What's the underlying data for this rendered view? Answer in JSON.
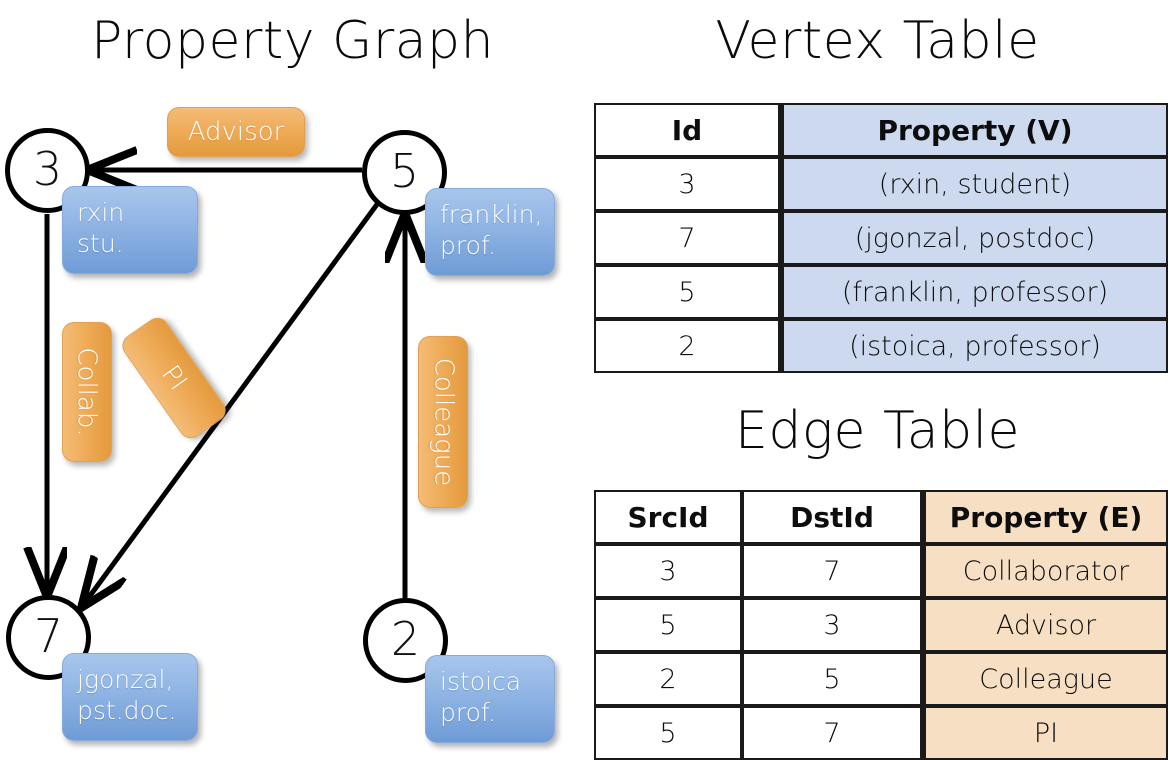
{
  "titles": {
    "property_graph": "Property Graph",
    "vertex_table": "Vertex Table",
    "edge_table": "Edge Table"
  },
  "graph": {
    "nodes": [
      {
        "id": "3",
        "property_line1": "rxin",
        "property_line2": "stu."
      },
      {
        "id": "5",
        "property_line1": "franklin,",
        "property_line2": "prof."
      },
      {
        "id": "7",
        "property_line1": "jgonzal,",
        "property_line2": "pst.doc."
      },
      {
        "id": "2",
        "property_line1": "istoica",
        "property_line2": "prof."
      }
    ],
    "edge_labels": [
      {
        "name": "advisor",
        "text": "Advisor"
      },
      {
        "name": "collab",
        "text": "Collab."
      },
      {
        "name": "pi",
        "text": "PI"
      },
      {
        "name": "colleague",
        "text": "Colleague"
      }
    ]
  },
  "vertex_table": {
    "headers": [
      "Id",
      "Property (V)"
    ],
    "rows": [
      {
        "id": "3",
        "property": "(rxin, student)"
      },
      {
        "id": "7",
        "property": "(jgonzal, postdoc)"
      },
      {
        "id": "5",
        "property": "(franklin, professor)"
      },
      {
        "id": "2",
        "property": "(istoica, professor)"
      }
    ]
  },
  "edge_table": {
    "headers": [
      "SrcId",
      "DstId",
      "Property (E)"
    ],
    "rows": [
      {
        "src": "3",
        "dst": "7",
        "property": "Collaborator"
      },
      {
        "src": "5",
        "dst": "3",
        "property": "Advisor"
      },
      {
        "src": "2",
        "dst": "5",
        "property": "Colleague"
      },
      {
        "src": "5",
        "dst": "7",
        "property": "PI"
      }
    ]
  },
  "colors": {
    "vertex_fill": "#ccd9ee",
    "edge_fill": "#f7dfc3",
    "node_property_box": "#8fb4e4",
    "edge_label_box": "#eeaa56",
    "stroke": "#000000",
    "background": "#ffffff"
  }
}
